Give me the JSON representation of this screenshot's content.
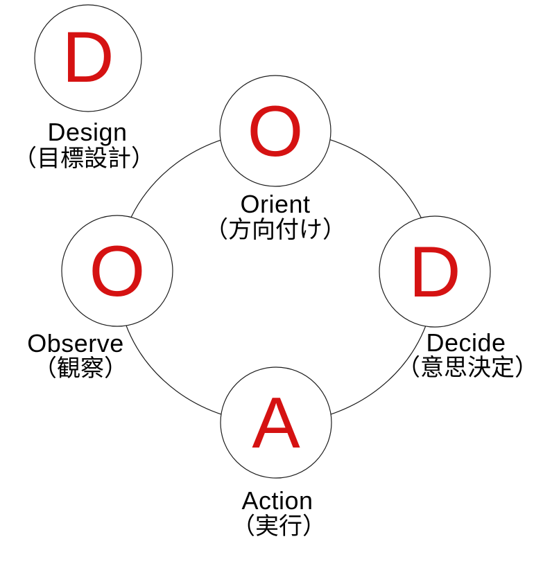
{
  "diagram": {
    "background_color": "#ffffff",
    "accent_color": "#d51212",
    "line_color": "#1c1c1c",
    "text_color": "#000000",
    "nodes": [
      {
        "id": "design",
        "letter": "D",
        "label": "Design",
        "label_ja": "（目標設計）"
      },
      {
        "id": "orient",
        "letter": "O",
        "label": "Orient",
        "label_ja": "（方向付け）"
      },
      {
        "id": "observe",
        "letter": "O",
        "label": "Observe",
        "label_ja": "（観察）"
      },
      {
        "id": "decide",
        "letter": "D",
        "label": "Decide",
        "label_ja": "（意思決定）"
      },
      {
        "id": "action",
        "letter": "A",
        "label": "Action",
        "label_ja": "（実行）"
      }
    ]
  }
}
